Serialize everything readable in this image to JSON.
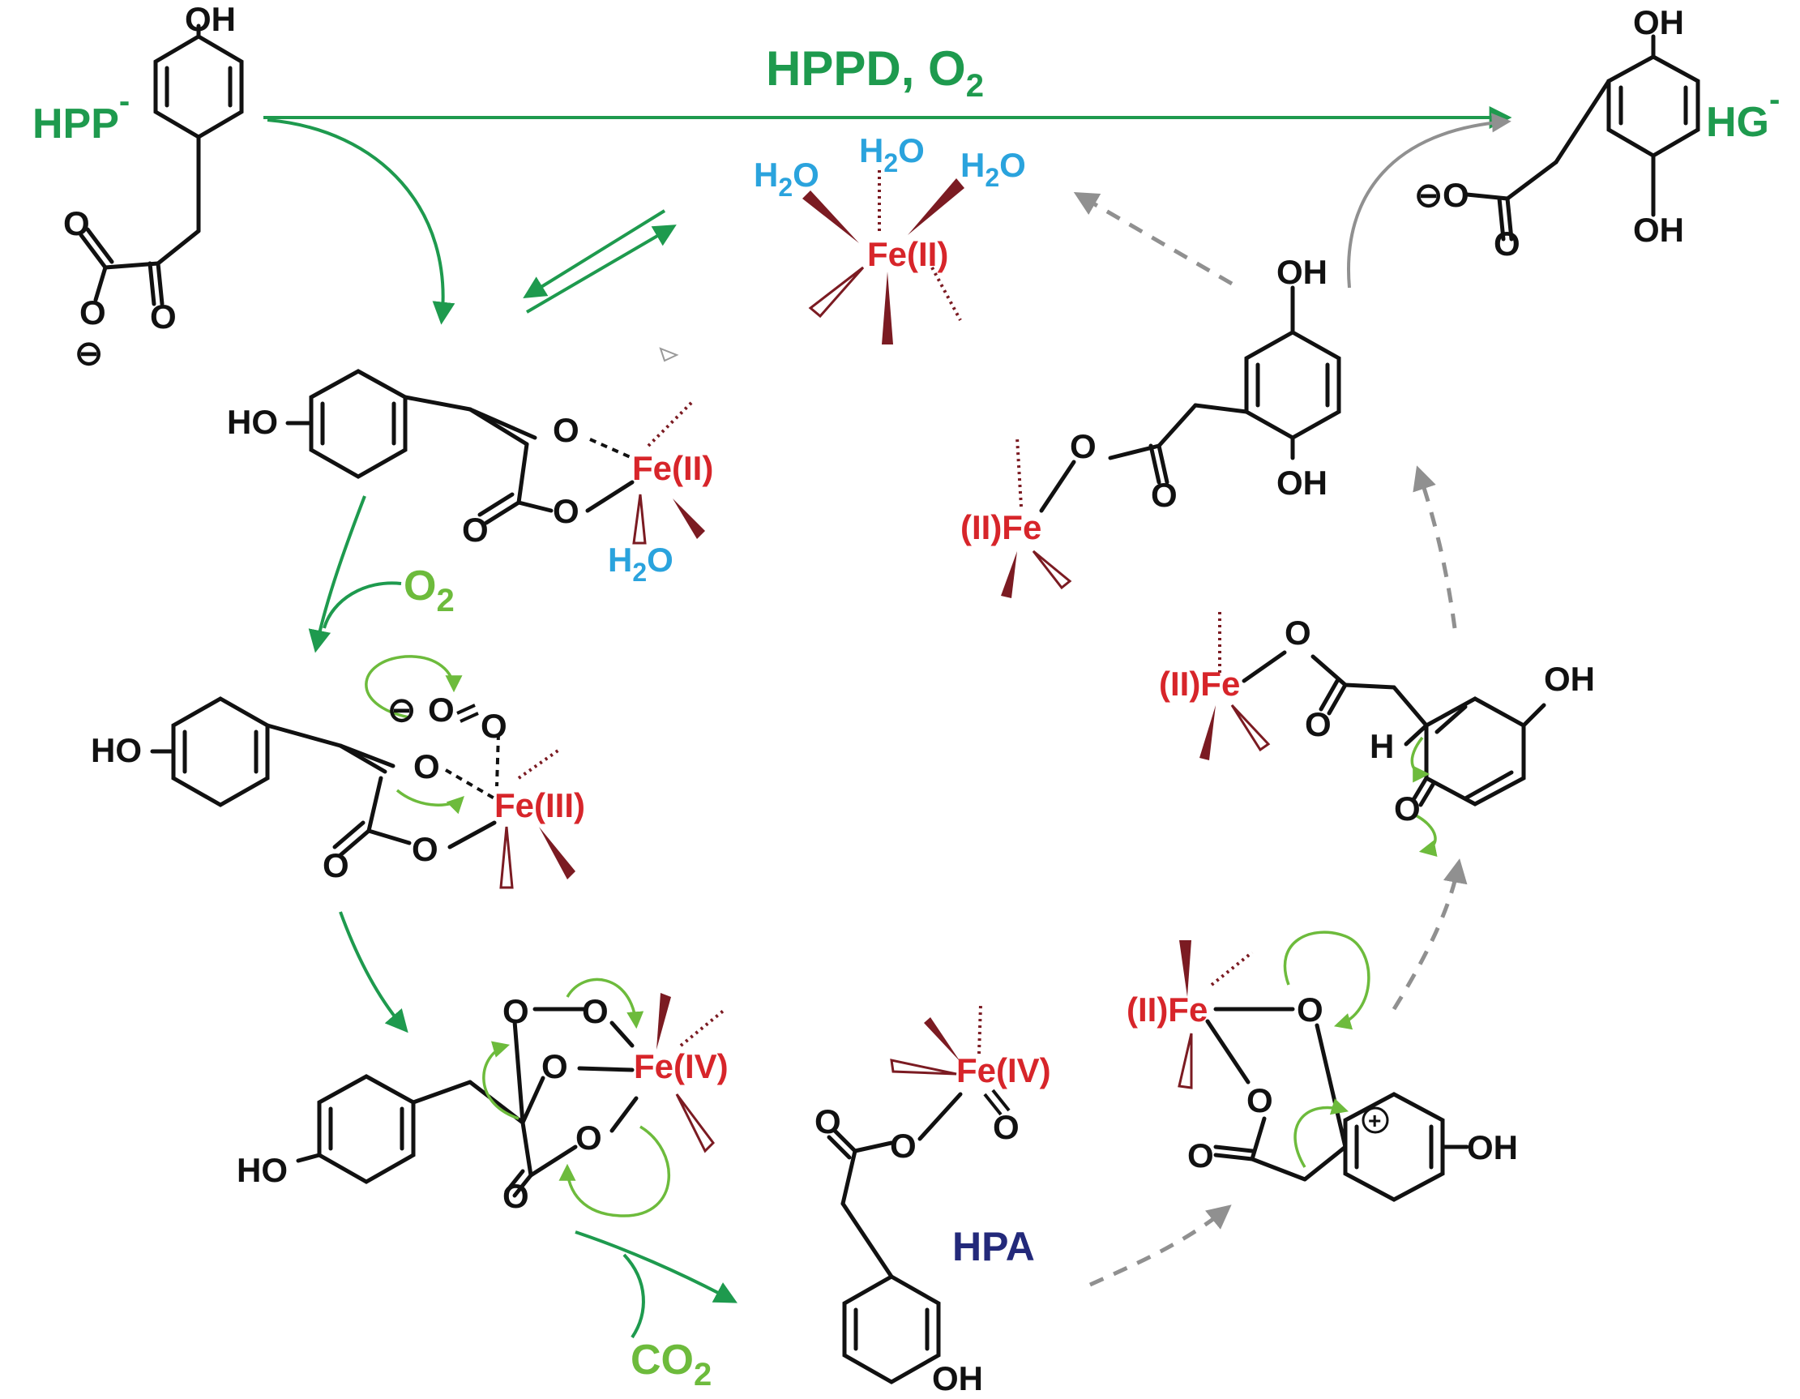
{
  "reaction": {
    "conditions": "HPPD, O",
    "conditions_sub": "2"
  },
  "species": {
    "hpp": {
      "name": "HPP",
      "charge": "-"
    },
    "hg": {
      "name": "HG",
      "charge": "-"
    },
    "hpa": {
      "name": "HPA"
    },
    "co2": {
      "text": "CO",
      "sub": "2"
    },
    "o2": {
      "text": "O",
      "sub": "2"
    }
  },
  "atoms": {
    "oh": "OH",
    "ho": "HO",
    "o": "O",
    "h": "H",
    "minus": "⊖",
    "plus": "+"
  },
  "water": {
    "h": "H",
    "sub": "2",
    "o": "O"
  },
  "iron": {
    "fe2": "Fe(II)",
    "fe2_left": "(II)Fe",
    "fe3": "Fe(III)",
    "fe4": "Fe(IV)"
  },
  "colors": {
    "enzyme_green": "#1e9a4e",
    "arrow_light_green": "#6dbb3c",
    "iron_red": "#d7252a",
    "water_blue": "#2aa3dd",
    "hpa_navy": "#23297a",
    "wedge_maroon": "#7b1b22",
    "dashed_arrow_gray": "#909090"
  }
}
